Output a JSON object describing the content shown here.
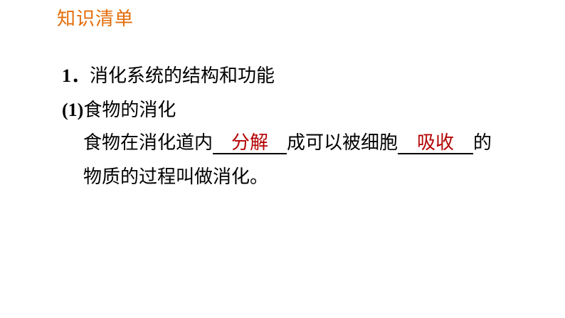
{
  "header": {
    "title": "知识清单"
  },
  "section": {
    "heading_number": "1．",
    "heading_text": "消化系统的结构和功能",
    "sub_number": "(1)",
    "sub_text": "食物的消化",
    "para_part1": "食物在消化道内",
    "blank1_answer": "分解",
    "para_part2": "成可以被细胞",
    "blank2_answer": "吸收",
    "para_part3": "的",
    "para_line2": "物质的过程叫做消化。"
  },
  "colors": {
    "title": "#e36c09",
    "answer": "#b30000"
  }
}
